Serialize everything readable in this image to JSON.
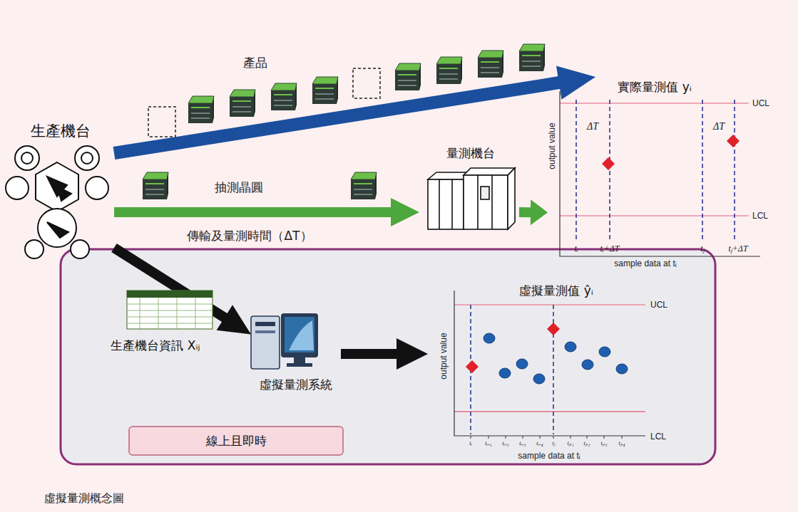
{
  "diagram": {
    "caption": "虛擬量測概念圖",
    "nodes": [
      {
        "text": [
          "生產機台"
        ]
      },
      {
        "text": [
          "量測機台"
        ]
      },
      {
        "text": [
          "實際量測值 yᵢ"
        ]
      },
      {
        "text": [
          "生產機台資訊 Xᵢⱼ"
        ]
      },
      {
        "text": [
          "虛擬量測系統"
        ]
      },
      {
        "text": [
          "虛擬量測值 ŷᵢ"
        ]
      },
      {
        "text": [
          "線上且即時"
        ]
      }
    ],
    "edges": [
      {
        "from": 0,
        "to": 2,
        "label": "產品",
        "arrow": "to"
      },
      {
        "from": 0,
        "to": 1,
        "label": "抽測晶圓",
        "arrow": "to"
      },
      {
        "from": 1,
        "to": 2,
        "arrow": "to"
      },
      {
        "from": 0,
        "to": 4,
        "arrow": "to"
      },
      {
        "from": 4,
        "to": 5,
        "arrow": "to"
      }
    ],
    "labels": [
      "傳輸及量測時間（ΔT）",
      "UCL",
      "LCL",
      "output value",
      "ΔT",
      "ΔT",
      "tᵢ",
      "tᵢ+ΔT",
      "tⱼ",
      "tⱼ+ΔT",
      "sample data at tᵢ",
      "output value",
      "UCL",
      "LCL",
      "tᵢ",
      "tᵢ₊₁",
      "tᵢ₊₂",
      "tᵢ₊₃",
      "tᵢ₊₄",
      "tⱼ",
      "tⱼ₊₁",
      "tⱼ₊₂",
      "tⱼ₊₃",
      "tⱼ₊₄",
      "sample data at tᵢ"
    ]
  }
}
